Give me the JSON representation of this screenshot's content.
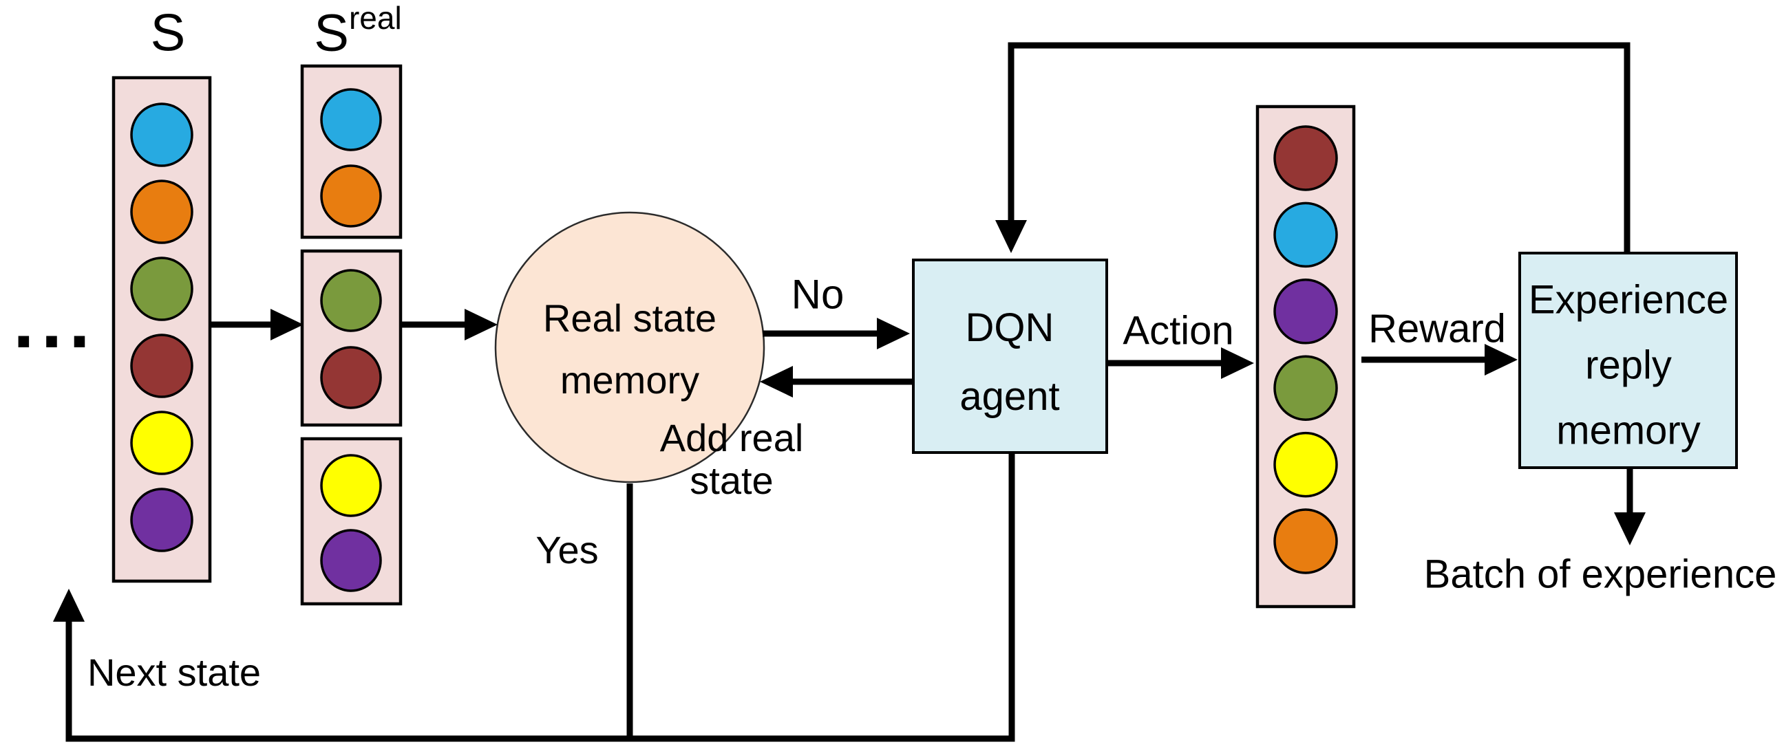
{
  "diagram": {
    "ellipsis": "...",
    "labels": {
      "s": "S",
      "s_real_base": "S",
      "s_real_sup": "real",
      "no": "No",
      "yes": "Yes",
      "add_real_line1": "Add real",
      "add_real_line2": "state",
      "action": "Action",
      "reward": "Reward",
      "next_state": "Next state",
      "batch_of_experience": "Batch of experience"
    },
    "nodes": {
      "real_state_memory": {
        "line1": "Real state",
        "line2": "memory",
        "fill": "#fce5d4",
        "stroke": "#2b2b2b"
      },
      "dqn_agent": {
        "line1": "DQN",
        "line2": "agent",
        "fill": "#d9eef3",
        "stroke": "#000000"
      },
      "experience_memory": {
        "line1": "Experience",
        "line2": "reply",
        "line3": "memory",
        "fill": "#d9eef3",
        "stroke": "#000000"
      }
    },
    "columns": {
      "s": {
        "fill": "#f2dcdb",
        "stroke": "#000000",
        "circle_colors": [
          "#27aae1",
          "#e87d10",
          "#7a9a3d",
          "#943634",
          "#ffff00",
          "#7030a0"
        ]
      },
      "s_real": {
        "fill": "#f2dcdb",
        "stroke": "#000000",
        "boxes": [
          {
            "circle_colors": [
              "#27aae1",
              "#e87d10"
            ]
          },
          {
            "circle_colors": [
              "#7a9a3d",
              "#943634"
            ]
          },
          {
            "circle_colors": [
              "#ffff00",
              "#7030a0"
            ]
          }
        ]
      },
      "action_state": {
        "fill": "#f2dcdb",
        "stroke": "#000000",
        "circle_colors": [
          "#943634",
          "#27aae1",
          "#7030a0",
          "#7a9a3d",
          "#ffff00",
          "#e87d10"
        ]
      }
    },
    "line_color": "#000000"
  }
}
